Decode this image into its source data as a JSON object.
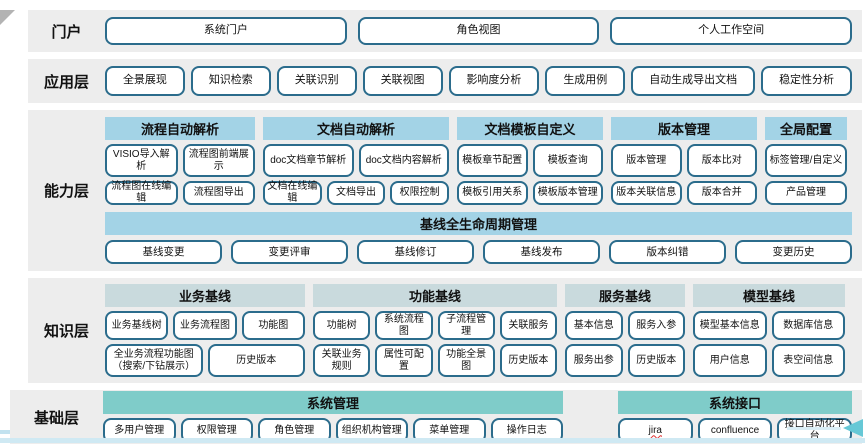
{
  "colors": {
    "row_bg": "#ededed",
    "capability_header": "#a3d3e6",
    "knowledge_header": "#c9dadd",
    "foundation_header": "#7fccc9",
    "box_border": "#2b6c8c",
    "bottom_bar": "#cfe9f3",
    "arrow": "#66c8d6",
    "misspell_underline": "#e03131"
  },
  "layers": {
    "portal": {
      "label": "门户",
      "buttons": [
        "系统门户",
        "角色视图",
        "个人工作空间"
      ]
    },
    "application": {
      "label": "应用层",
      "buttons": [
        "全景展现",
        "知识检索",
        "关联识别",
        "关联视图",
        "影响度分析",
        "生成用例",
        "自动生成导出文档",
        "稳定性分析"
      ]
    },
    "capability": {
      "label": "能力层",
      "groups": [
        {
          "title": "流程自动解析",
          "rows": [
            [
              "VISIO导入解析",
              "流程图前端展示"
            ],
            [
              "流程图在线编辑",
              "流程图导出"
            ]
          ]
        },
        {
          "title": "文档自动解析",
          "rows": [
            [
              "doc文档章节解析",
              "doc文档内容解析"
            ],
            [
              "文档在线编辑",
              "文档导出",
              "权限控制"
            ]
          ]
        },
        {
          "title": "文档模板自定义",
          "rows": [
            [
              "模板章节配置",
              "模板查询"
            ],
            [
              "模板引用关系",
              "模板版本管理"
            ]
          ]
        },
        {
          "title": "版本管理",
          "rows": [
            [
              "版本管理",
              "版本比对"
            ],
            [
              "版本关联信息",
              "版本合并"
            ]
          ]
        },
        {
          "title": "全局配置",
          "rows": [
            [
              "标签管理/自定义"
            ],
            [
              "产品管理"
            ]
          ]
        }
      ],
      "baseline": {
        "title": "基线全生命周期管理",
        "buttons": [
          "基线变更",
          "变更评审",
          "基线修订",
          "基线发布",
          "版本纠错",
          "变更历史"
        ]
      }
    },
    "knowledge": {
      "label": "知识层",
      "groups": [
        {
          "title": "业务基线",
          "rows": [
            [
              "业务基线树",
              "业务流程图",
              "功能图"
            ],
            [
              "全业务流程功能图（搜索/下钻展示）",
              "历史版本"
            ]
          ]
        },
        {
          "title": "功能基线",
          "rows": [
            [
              "功能树",
              "系统流程图",
              "子流程管理",
              "关联服务"
            ],
            [
              "关联业务规则",
              "属性可配置",
              "功能全景图",
              "历史版本"
            ]
          ]
        },
        {
          "title": "服务基线",
          "rows": [
            [
              "基本信息",
              "服务入参"
            ],
            [
              "服务出参",
              "历史版本"
            ]
          ]
        },
        {
          "title": "模型基线",
          "rows": [
            [
              "模型基本信息",
              "数据库信息"
            ],
            [
              "用户信息",
              "表空间信息"
            ]
          ]
        }
      ]
    },
    "foundation": {
      "label": "基础层",
      "groups": [
        {
          "title": "系统管理",
          "buttons": [
            "多用户管理",
            "权限管理",
            "角色管理",
            "组织机构管理",
            "菜单管理",
            "操作日志"
          ]
        },
        {
          "title": "系统接口",
          "buttons": [
            "jira",
            "confluence",
            "接口自动化平台"
          ]
        }
      ]
    }
  }
}
